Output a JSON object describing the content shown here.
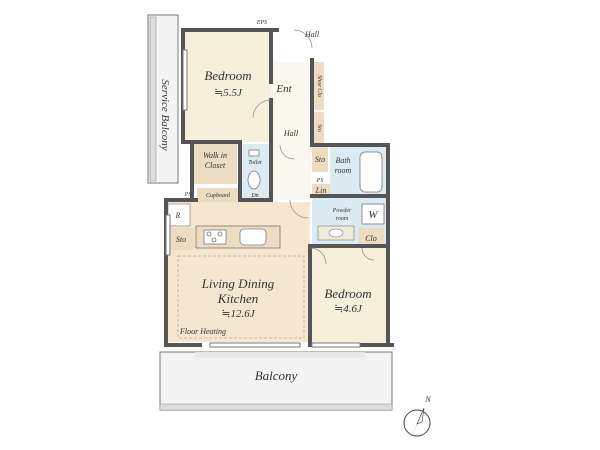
{
  "rooms": {
    "bedroom1": {
      "name": "Bedroom",
      "size": "≒5.5J"
    },
    "bedroom2": {
      "name": "Bedroom",
      "size": "≒4.6J"
    },
    "ldk": {
      "name_line1": "Living Dining",
      "name_line2": "Kitchen",
      "size": "≒12.6J",
      "note": "Floor Heating"
    },
    "service_balcony": "Service Balcony",
    "balcony": "Balcony",
    "walk_in_closet_line1": "Walk in",
    "walk_in_closet_line2": "Closet",
    "toilet": "Toilet",
    "cupboard": "Cupboard",
    "bathroom_line1": "Bath",
    "bathroom_line2": "room",
    "powder_line1": "Powder",
    "powder_line2": "room",
    "washer": "W",
    "ent": "Ent",
    "hall_top": "Hall",
    "hall_mid": "Hall",
    "sto_1": "Sto",
    "sto_2": "Sto",
    "sto_3": "Sto",
    "shoe_clo": "Shoe Clo",
    "lin": "Lin",
    "clo": "Clo",
    "r": "R",
    "ps_1": "PS",
    "ps_2": "PS",
    "eps": "EPS",
    "dn": "Dn"
  },
  "compass": {
    "north": "N"
  },
  "colors": {
    "wall": "#555555",
    "floor_wood": "#f5e6cf",
    "bedroom": "#f6efd9",
    "wet": "#dcebf2",
    "storage": "#ecdcc2",
    "balcony": "#f4f4f4"
  }
}
